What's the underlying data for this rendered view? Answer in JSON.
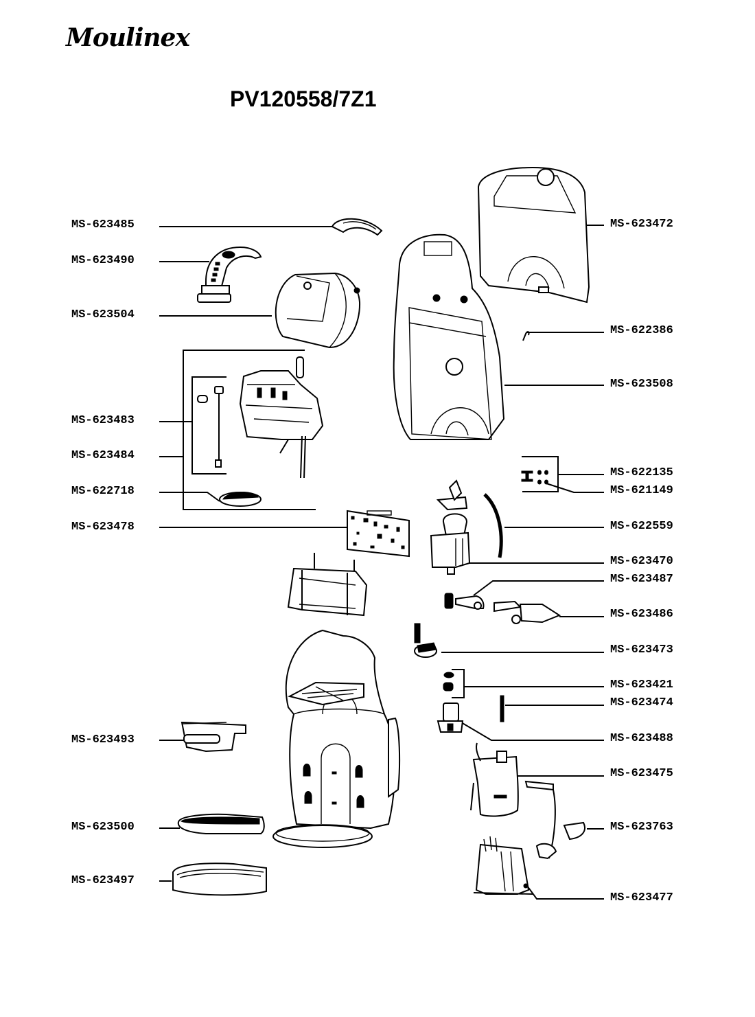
{
  "header": {
    "brand": "Moulinex",
    "model": "PV120558/7Z1"
  },
  "parts_left": [
    {
      "ref": "MS-623485"
    },
    {
      "ref": "MS-623490"
    },
    {
      "ref": "MS-623504"
    },
    {
      "ref": "MS-623483"
    },
    {
      "ref": "MS-623484"
    },
    {
      "ref": "MS-622718"
    },
    {
      "ref": "MS-623478"
    },
    {
      "ref": "MS-623493"
    },
    {
      "ref": "MS-623500"
    },
    {
      "ref": "MS-623497"
    }
  ],
  "parts_right": [
    {
      "ref": "MS-623472"
    },
    {
      "ref": "MS-622386"
    },
    {
      "ref": "MS-623508"
    },
    {
      "ref": "MS-622135"
    },
    {
      "ref": "MS-621149"
    },
    {
      "ref": "MS-622559"
    },
    {
      "ref": "MS-623470"
    },
    {
      "ref": "MS-623487"
    },
    {
      "ref": "MS-623486"
    },
    {
      "ref": "MS-623473"
    },
    {
      "ref": "MS-623421"
    },
    {
      "ref": "MS-623474"
    },
    {
      "ref": "MS-623488"
    },
    {
      "ref": "MS-623475"
    },
    {
      "ref": "MS-623763"
    },
    {
      "ref": "MS-623477"
    }
  ]
}
